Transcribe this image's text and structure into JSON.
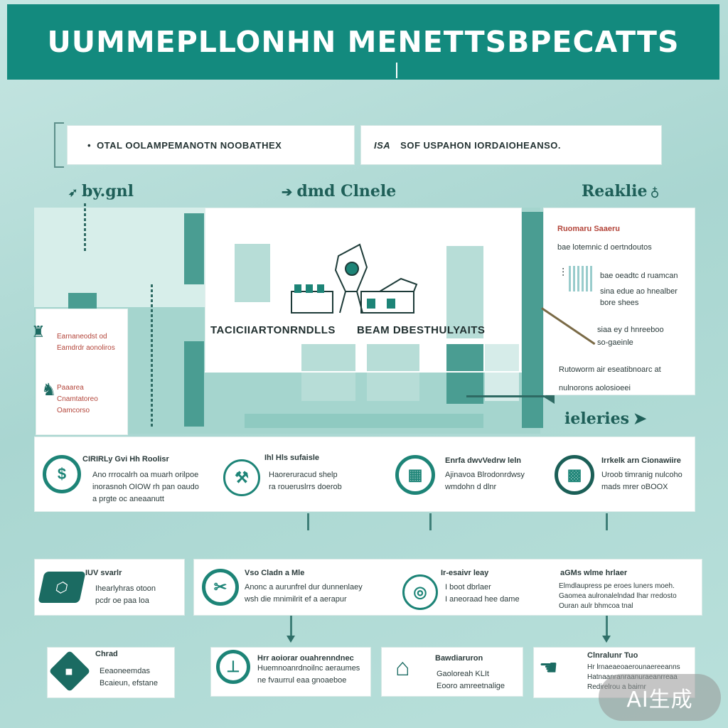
{
  "header": {
    "title": "UUMMEPLLONHN MENETTSBPECATTS"
  },
  "tags": {
    "left": "OTAL OOLAMPEMANOTN NOOBATHEX",
    "right_prefix": "ISA",
    "right": "SOF USPAHON IORDAIOHEANSO."
  },
  "sections": {
    "left_label": "by.gnl",
    "center_label": "dmd Clnele",
    "right_label": "Reaklie",
    "bottom_right_label": "ieleries"
  },
  "center": {
    "caption_left": "TACICIIARTONRNDLLS",
    "caption_right": "BEAM DBESTHULYAITS"
  },
  "left_panel": {
    "lines": [
      "Earnaneodst od",
      "Eamdrdr aonoliros",
      "Paaarea",
      "Cnamtatoreo",
      "Oamcorso"
    ]
  },
  "right_panel": {
    "heading": "Ruomaru Saaeru",
    "lines": [
      "bae lotemnic d oertndoutos",
      "bae oeadtc d ruamcan",
      "sina edue ao hnealber",
      "bore shees",
      "siaa ey d hnreeboo",
      "so-gaeinle",
      "Rutoworm air eseatibnoarc at",
      "nulnorons aolosioeei"
    ]
  },
  "feature_row": {
    "items": [
      {
        "title": "CIRIRLy Gvi Hh Roolisr",
        "lines": [
          "Ano rrrocalrh oa muarh orilpoe",
          "inorasnoh OIOW rh pan oaudo",
          "a prgte oc aneaanutt"
        ]
      },
      {
        "title": "Ihl Hls sufaisle",
        "lines": [
          "Haoreruracud shelp",
          "ra roueruslrrs doerob"
        ]
      },
      {
        "title": "Enrfa dwvVedrw leln",
        "lines": [
          "Ajinavoa Blrodonrdwsy",
          "wmdohn d dlnr"
        ]
      },
      {
        "title": "Irrkelk arn Cionawiire",
        "lines": [
          "Uroob timranig nulcoho",
          "mads mrer oBOOX"
        ]
      }
    ]
  },
  "row2": {
    "items": [
      {
        "title": "IUV svarlr",
        "lines": [
          "Ihearlyhras otoon",
          "pcdr oe paa loa"
        ]
      },
      {
        "title": "Vso Cladn a Mle",
        "lines": [
          "Anonc a aurunfrel dur dunnenlaey",
          "wsh die mnimilrit ef a aerapur"
        ]
      },
      {
        "title": "Ir-esaivr leay",
        "lines": [
          "I boot dbrlaer",
          "I aneoraad hee dame"
        ]
      },
      {
        "title": "aGMs wlme hrlaer",
        "lines": [
          "Elmdlaupress pe eroes luners moeh.",
          "Gaomea aulronalelndad lhar rredosto",
          "Ouran aulr bhmcoa tnal"
        ]
      }
    ]
  },
  "row3": {
    "items": [
      {
        "title": "Chrad",
        "lines": [
          "Eeaoneemdas",
          "Bcaieun, efstane"
        ]
      },
      {
        "title": "Hrr aoiorar ouahrenndnec",
        "lines": [
          "Huemnoanrdnoilnc aeraumes",
          "ne fvaurrul eaa gnoaeboe"
        ]
      },
      {
        "title": "Bawdiaruron",
        "lines": [
          "Gaoloreah KLIt",
          "Eooro amreetnalige"
        ]
      },
      {
        "title": "Clnralunr Tuo",
        "lines": [
          "Hr lrnaeaeoaerounaereeanns",
          "Hatnaanranraanuraeanrreaa",
          "Redirelrou a bairnr"
        ]
      }
    ]
  },
  "badge": {
    "text": "AI生成"
  },
  "colors": {
    "primary": "#138a7e",
    "dark": "#1b6b62",
    "light": "#b7ddd7",
    "background": "#a9d6d1"
  }
}
